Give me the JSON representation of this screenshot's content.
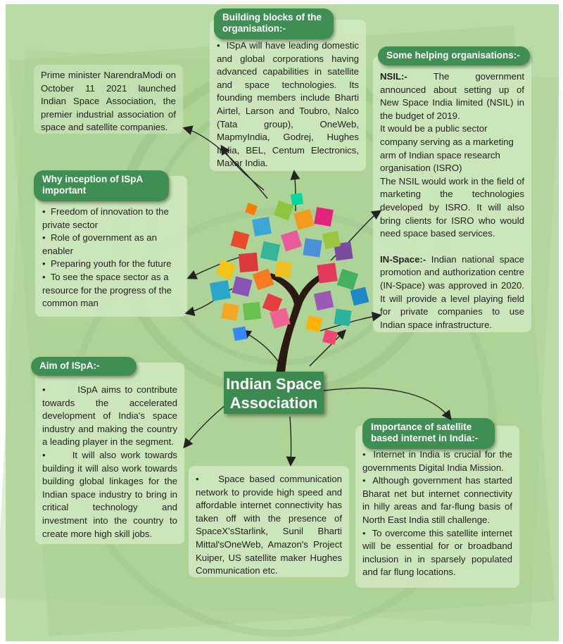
{
  "center": {
    "line1": "Indian Space",
    "line2": "Association"
  },
  "intro": {
    "text": "Prime minister NarendraModi on October 11 2021 launched Indian Space Association, the premier industrial association of space and satellite companies."
  },
  "building_blocks": {
    "title": "Building blocks of the organisation:-",
    "text": "ISpA will have leading domestic and global corporations having advanced capabilities in satellite and space technologies. Its founding members include Bharti Airtel, Larson and Toubro, Nalco (Tata group), OneWeb, MapmyIndia, Godrej, Hughes India, BEL, Centum Electronics, Maxar India."
  },
  "why_inception": {
    "title": "Why inception of ISpA important",
    "bullets": [
      "Freedom of innovation to the private sector",
      "Role of government as an enabler",
      "Preparing youth for the future",
      "To see the space sector as a resource for the progress of the common man"
    ]
  },
  "helping_orgs": {
    "title": "Some helping organisations:-",
    "nsil_label": "NSIL:-",
    "nsil_text": "The government announced about setting up of New Space India limited (NSIL) in the budget of 2019.",
    "nsil_text2": "It would be a public sector company serving as a marketing arm of Indian space research organisation (ISRO)",
    "nsil_text3": "The NSIL would work in the field of marketing the technologies developed by ISRO. It will also bring clients for ISRO who would need space based services.",
    "inspace_label": "IN-Space:-",
    "inspace_text": "Indian national space promotion and authorization centre (IN-Space) was approved in 2020. It will provide a level playing field for private companies to use Indian space infrastructure."
  },
  "aim": {
    "title": "Aim of ISpA:-",
    "bullets": [
      "ISpA aims to contribute towards the accelerated development of India's space industry and making the country a leading player in the segment.",
      "It will also work towards building it will also work towards building global linkages for the Indian space industry to bring in critical technology and investment into the country to create more high skill jobs."
    ]
  },
  "communication": {
    "text": "Space based communication network to provide high speed and affordable internet connectivity has taken off with the presence of SpaceX'sStarlink, Sunil Bharti Mittal'sOneWeb, Amazon's Project Kuiper, US satellite maker Hughes Communication etc."
  },
  "satellite_internet": {
    "title": "Importance of satellite based internet in India:-",
    "bullets": [
      "Internet in India is crucial for the governments Digital India Mission.",
      "Although government has started Bharat net but internet connectivity in hilly areas and far-flung basis of North East India still challenge.",
      "To overcome this satellite internet will be essential for or broadband inclusion in in sparsely populated and far flung locations."
    ]
  },
  "colors": {
    "label_green": "#3f8f55",
    "box_bg": "#d2eac2",
    "background": "#b9dba6"
  }
}
